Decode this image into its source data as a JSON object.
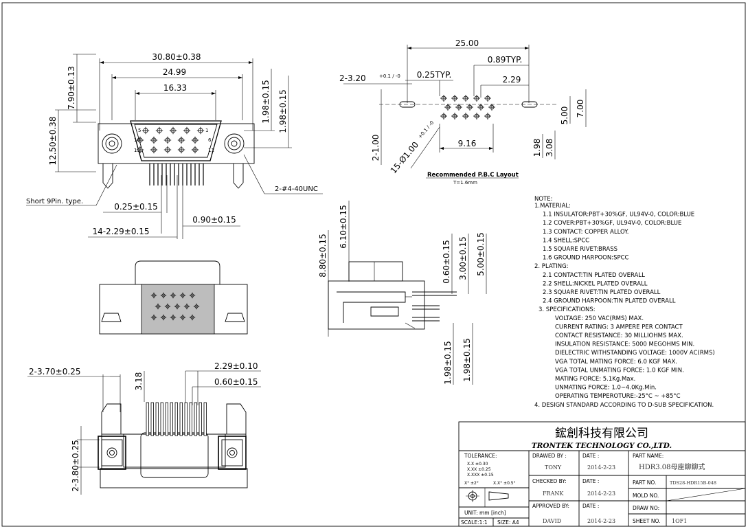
{
  "dimensions": {
    "top_overall_width": "30.80±0.38",
    "top_mid_width": "24.99",
    "top_inner_width": "16.33",
    "top_height_left": "7.90±0.13",
    "top_height_body": "12.50±0.38",
    "top_right_upper": "1.98±0.15",
    "top_right_lower": "1.98±0.15",
    "short_pin_label": "Short 9Pin. type.",
    "screw_label": "2-#4-40UNC",
    "pin_offset": "0.25±0.15",
    "pin_spacing_right": "0.90±0.15",
    "pin_pitch": "14-2.29±0.15",
    "pcb_total": "25.00",
    "pcb_typ_right": "0.89TYP.",
    "pcb_slot": "2-3.20",
    "pcb_slot_tol": "+0.1 / -0",
    "pcb_typ_left": "0.25TYP.",
    "pcb_pitch": "2.29",
    "pcb_vert_slot": "2-1.00",
    "pcb_holes": "15-Ø1.00",
    "pcb_hole_tol": "+0.1 / -0",
    "pcb_row_span": "9.16",
    "pcb_h_small": "5.00",
    "pcb_h_large": "7.00",
    "pcb_v_a": "1.98",
    "pcb_v_b": "3.08",
    "pcb_caption": "Recommended P.B.C Layout",
    "pcb_caption_sub": "T=1.6mm",
    "side_total_height": "8.80±0.15",
    "side_upper_height": "6.10±0.15",
    "side_a": "0.60±0.15",
    "side_b": "3.00±0.15",
    "side_c": "5.00±0.15",
    "side_bottom_a": "1.98±0.15",
    "side_bottom_b": "1.98±0.15",
    "bottom_holes": "2-3.70±0.25",
    "bottom_h": "3.18",
    "bottom_pitch": "2.29±0.10",
    "bottom_pin": "0.60±0.15",
    "bottom_left_h": "2-3.80±0.25"
  },
  "notes": {
    "title": "NOTE:",
    "lines": [
      "1.MATERIAL:",
      "1.1  INSULATOR:PBT+30%GF,  UL94V-0,  COLOR:BLUE",
      "1.2  COVER:PBT+30%GF,   UL94V-0,  COLOR:BLUE",
      "1.3  CONTACT:  COPPER  ALLOY.",
      "1.4  SHELL:SPCC",
      "1.5  SQUARE  RIVET:BRASS",
      "1.6  GROUND  HARPOON:SPCC",
      "2.  PLATING:",
      "2.1  CONTACT:TIN  PLATED  OVERALL",
      "2.2  SHELL:NICKEL  PLATED  OVERALL",
      "2.3  SQUARE  RIVET:TIN  PLATED  OVERALL",
      "2.4  GROUND  HARPOON:TIN  PLATED  OVERALL",
      "3.  SPECIFICATIONS:",
      "VOLTAGE:  250  VAC(RMS)  MAX.",
      "CURRENT  RATING:  3  AMPERE  PER  CONTACT",
      "CONTACT  RESISTANCE:  30  MILLIOHMS  MAX.",
      "INSULATION  RESISTANCE:  5000  MEGOHMS  MIN.",
      "DIELECTRIC  WITHSTANDING  VOLTAGE:  1000V  AC(RMS)",
      "VGA  TOTAL  MATING  FORCE:  6.0  KGF  MAX.",
      "VGA  TOTAL  UNMATING  FORCE:  1.0  KGF  MIN.",
      "MATING  FORCE:  5.1Kg.Max.",
      "UNMATING  FORCE:  1.0~4.0Kg.Min.",
      "OPERATING  TEMPEROTURE:-25°C  ~  +85°C",
      "4.  DESIGN  STANDARD  ACCORDING  TO  D-SUB  SPECIFICATION."
    ]
  },
  "title_block": {
    "company_cn": "鋐創科技有限公司",
    "company_en": "TRONTEK  TECHNOLOGY  CO.,LTD.",
    "tolerance_label": "TOLERANCE:",
    "tolerance_lines": [
      "X.X    ±0.30",
      "X.XX   ±0.25",
      "X.XXX  ±0.15"
    ],
    "angle_tol_a": "X°  ±2°",
    "angle_tol_b": "X.X°  ±0.5°",
    "unit_label": "UNIT:  mm  [inch]",
    "scale_label": "SCALE:1:1",
    "size_label": "SIZE:  A4",
    "drawn_by_label": "DRAWED  BY :",
    "drawn_by": "TONY",
    "checked_by_label": "CHECKED  BY:",
    "checked_by": "FRANK",
    "approved_by_label": "APPROVED  BY:",
    "approved_by": "DAVID",
    "date_label": "DATE :",
    "date_1": "2014-2-23",
    "date_2": "2014-2-23",
    "date_3": "2014-2-23",
    "part_name_label": "PART  NAME:",
    "part_name": "HDR3.08母座鉚鉚式",
    "part_no_label": "PART  NO.",
    "part_no": "TDS28-HDR15B-048",
    "mold_no_label": "MOLD  NO.",
    "draw_no_label": "DRAW  NO:",
    "sheet_no_label": "SHEET  NO.",
    "sheet_no": "1OF1"
  }
}
